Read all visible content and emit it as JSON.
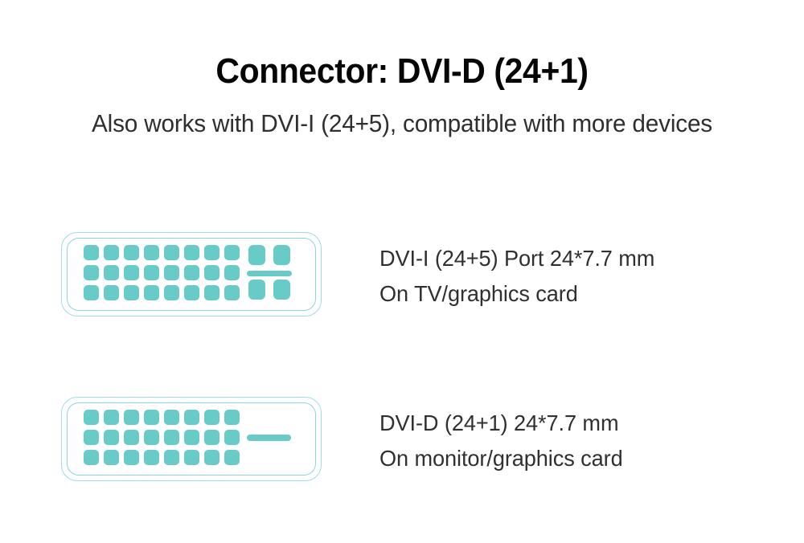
{
  "heading": {
    "title": "Connector: DVI-D (24+1)",
    "subtitle": "Also works with DVI-I (24+5), compatible with more devices"
  },
  "colors": {
    "pin_fill": "#68cbc7",
    "shell_outline_outer": "#9fdde3",
    "shell_outline_inner": "#8cd5de",
    "title_text": "#060606",
    "body_text": "#303030",
    "background": "#ffffff"
  },
  "connectors": [
    {
      "id": "dvi-i",
      "type": "DVI-I",
      "pin_rows": 3,
      "pin_columns": 8,
      "digital_pin_count": 24,
      "analog_pin_count": 4,
      "has_flat_blade": true,
      "caption_line1": "DVI-I (24+5) Port 24*7.7 mm",
      "caption_line2": "On TV/graphics card"
    },
    {
      "id": "dvi-d",
      "type": "DVI-D",
      "pin_rows": 3,
      "pin_columns": 8,
      "digital_pin_count": 24,
      "analog_pin_count": 0,
      "has_flat_blade": true,
      "caption_line1": "DVI-D (24+1) 24*7.7 mm",
      "caption_line2": "On monitor/graphics card"
    }
  ]
}
